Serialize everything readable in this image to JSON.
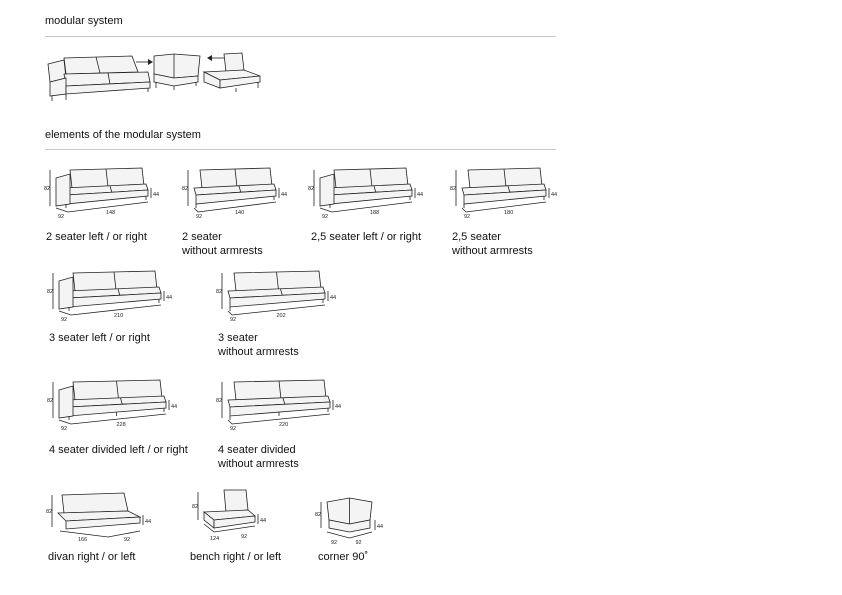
{
  "sections": {
    "modular": "modular system",
    "elements": "elements of the modular system"
  },
  "items": [
    {
      "id": "2-seater-lr",
      "line1": "2 seater left / or right",
      "line2": "",
      "h": "82",
      "seat": "44",
      "d": "92",
      "w": "148",
      "type": "arm"
    },
    {
      "id": "2-seater-na",
      "line1": "2 seater",
      "line2": "without armrests",
      "h": "82",
      "seat": "44",
      "d": "92",
      "w": "140",
      "type": "noarm"
    },
    {
      "id": "25-seater-lr",
      "line1": "2,5 seater left / or right",
      "line2": "",
      "h": "82",
      "seat": "44",
      "d": "92",
      "w": "188",
      "type": "arm"
    },
    {
      "id": "25-seater-na",
      "line1": "2,5 seater",
      "line2": "without armrests",
      "h": "82",
      "seat": "44",
      "d": "92",
      "w": "180",
      "type": "noarm"
    },
    {
      "id": "3-seater-lr",
      "line1": "3 seater left / or right",
      "line2": "",
      "h": "82",
      "seat": "44",
      "d": "92",
      "w": "210",
      "type": "arm"
    },
    {
      "id": "3-seater-na",
      "line1": "3 seater",
      "line2": "without armrests",
      "h": "82",
      "seat": "44",
      "d": "92",
      "w": "202",
      "type": "noarm"
    },
    {
      "id": "4-seater-div-lr",
      "line1": "4 seater divided left / or right",
      "line2": "",
      "h": "82",
      "seat": "44",
      "d": "92",
      "w": "228",
      "type": "arm"
    },
    {
      "id": "4-seater-div-na",
      "line1": "4 seater divided",
      "line2": "without armrests",
      "h": "82",
      "seat": "44",
      "d": "92",
      "w": "220",
      "type": "noarm"
    },
    {
      "id": "divan",
      "line1": "divan right / or left",
      "line2": "",
      "h": "82",
      "seat": "44",
      "d": "92",
      "w": "166",
      "type": "divan"
    },
    {
      "id": "bench",
      "line1": "bench right / or left",
      "line2": "",
      "h": "82",
      "seat": "44",
      "d": "92",
      "w": "124",
      "type": "bench"
    },
    {
      "id": "corner",
      "line1": "corner 90˚",
      "line2": "",
      "h": "82",
      "seat": "44",
      "d": "92",
      "w": "92",
      "type": "corner"
    }
  ]
}
